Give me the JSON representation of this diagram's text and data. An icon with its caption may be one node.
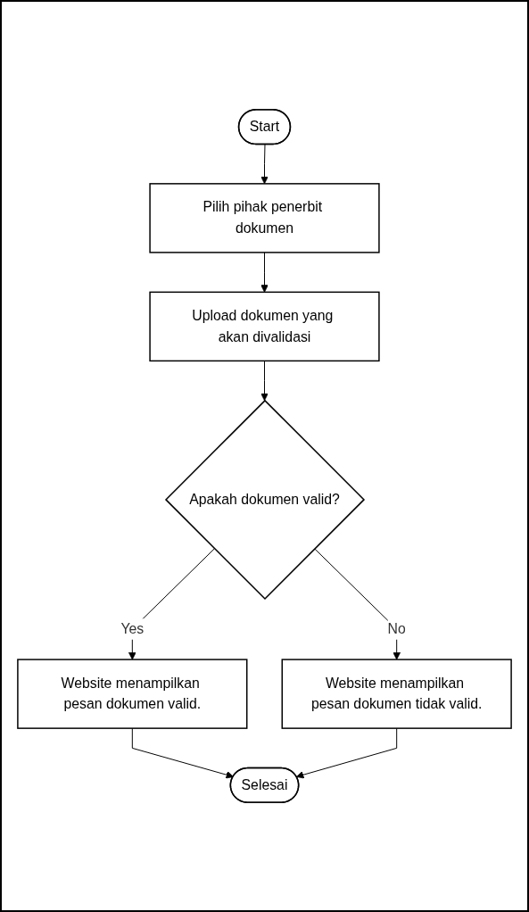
{
  "diagram": {
    "nodes": [
      {
        "text": [
          "Start"
        ]
      },
      {
        "text": [
          "Pilih pihak penerbit dokumen"
        ]
      },
      {
        "text": [
          "Upload dokumen yang akan divalidasi"
        ]
      },
      {
        "text": [
          "Apakah dokumen valid?"
        ]
      },
      {
        "text": [
          "Website menampilkan pesan dokumen valid."
        ]
      },
      {
        "text": [
          "Website menampilkan pesan dokumen tidak valid."
        ]
      },
      {
        "text": [
          "Selesai"
        ]
      }
    ],
    "edges": [
      {
        "from": 0,
        "to": 1,
        "arrow": "to"
      },
      {
        "from": 1,
        "to": 2,
        "arrow": "to"
      },
      {
        "from": 2,
        "to": 3,
        "arrow": "to"
      },
      {
        "from": 3,
        "to": 4,
        "arrow": "to",
        "label": "Yes"
      },
      {
        "from": 3,
        "to": 5,
        "arrow": "to",
        "label": "No"
      },
      {
        "from": 4,
        "to": 6,
        "arrow": "to"
      },
      {
        "from": 5,
        "to": 6,
        "arrow": "to"
      }
    ]
  }
}
